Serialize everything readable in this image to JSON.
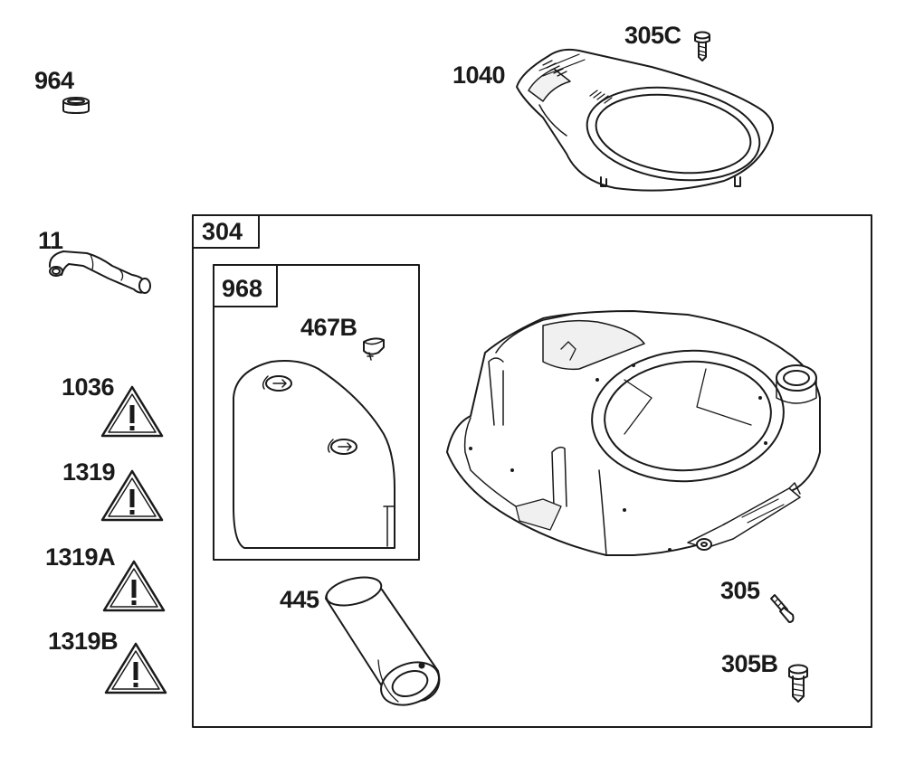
{
  "colors": {
    "line": "#1a1a1a",
    "fill": "#ffffff",
    "shade": "#e6e6e6"
  },
  "labels": {
    "p964": "964",
    "p305c": "305C",
    "p1040": "1040",
    "p11": "11",
    "p304": "304",
    "p968": "968",
    "p467b": "467B",
    "p1036": "1036",
    "p1319": "1319",
    "p1319a": "1319A",
    "p1319b": "1319B",
    "p445": "445",
    "p305": "305",
    "p305b": "305B"
  },
  "icons": {
    "warning": "warning-triangle-icon"
  }
}
